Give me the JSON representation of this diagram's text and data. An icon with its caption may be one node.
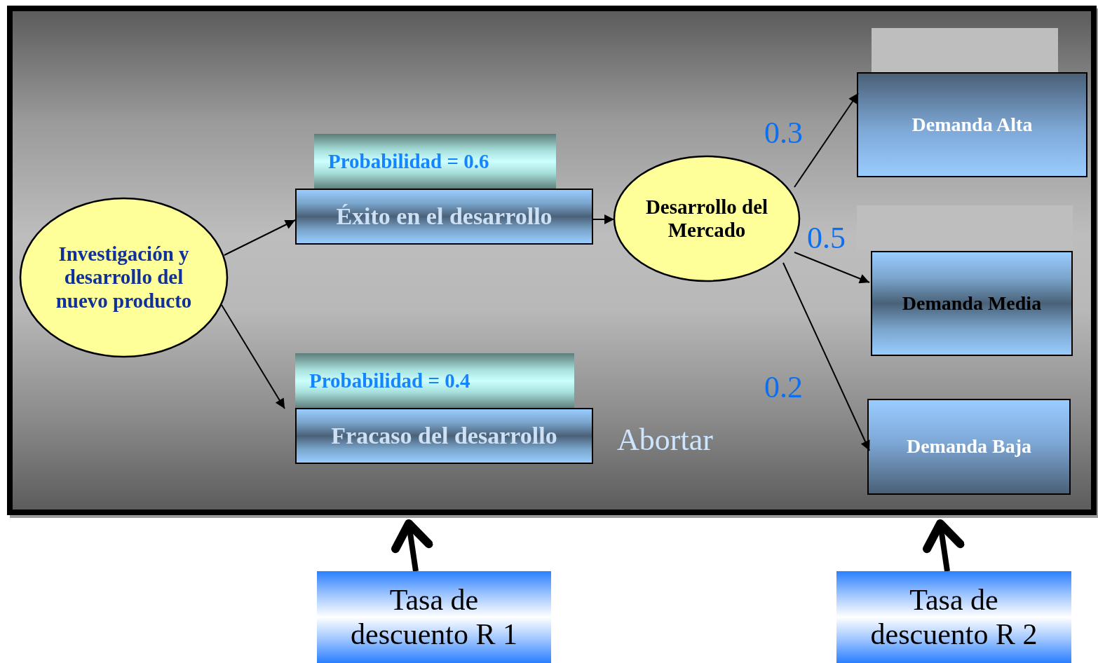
{
  "diagram": {
    "nodes": [
      {
        "text": [],
        "shape": "box"
      },
      {
        "text": [
          "Investigación y desarrollo del nuevo producto"
        ],
        "in": 0
      },
      {
        "text": [
          "Probabilidad = 0.6"
        ],
        "in": 0
      },
      {
        "text": [
          "Éxito en el desarrollo"
        ],
        "in": 0
      },
      {
        "text": [
          "Probabilidad = 0.4"
        ],
        "in": 0
      },
      {
        "text": [
          "Fracaso del desarrollo"
        ],
        "in": 0
      },
      {
        "text": [
          "Desarrollo del Mercado"
        ],
        "in": 0
      },
      {
        "text": [],
        "shape": "box",
        "in": 0
      },
      {
        "text": [
          "Demanda Alta"
        ],
        "in": 0
      },
      {
        "text": [],
        "shape": "box",
        "in": 0
      },
      {
        "text": [
          "Demanda Media"
        ],
        "in": 0
      },
      {
        "text": [
          "Demanda Baja"
        ],
        "in": 0
      },
      {
        "text": [
          "Tasa de descuento R 1"
        ]
      },
      {
        "text": [
          "Tasa de descuento R 2"
        ]
      }
    ],
    "edges": [
      {
        "from": 1,
        "to": 3,
        "arrow": "to"
      },
      {
        "from": 1,
        "to": 5,
        "arrow": "to"
      },
      {
        "from": 3,
        "to": 6,
        "arrow": "to"
      },
      {
        "from": 6,
        "to": 8,
        "arrow": "to",
        "label": "0.3"
      },
      {
        "from": 6,
        "to": 10,
        "arrow": "to",
        "label": "0.5"
      },
      {
        "from": 6,
        "to": 11,
        "arrow": "to",
        "label": "0.2"
      },
      {
        "from": 12,
        "to": 0,
        "arrow": "to",
        "style": "thick"
      },
      {
        "from": 13,
        "to": 0,
        "arrow": "to",
        "style": "thick"
      }
    ],
    "labels": [
      "Abortar"
    ]
  }
}
